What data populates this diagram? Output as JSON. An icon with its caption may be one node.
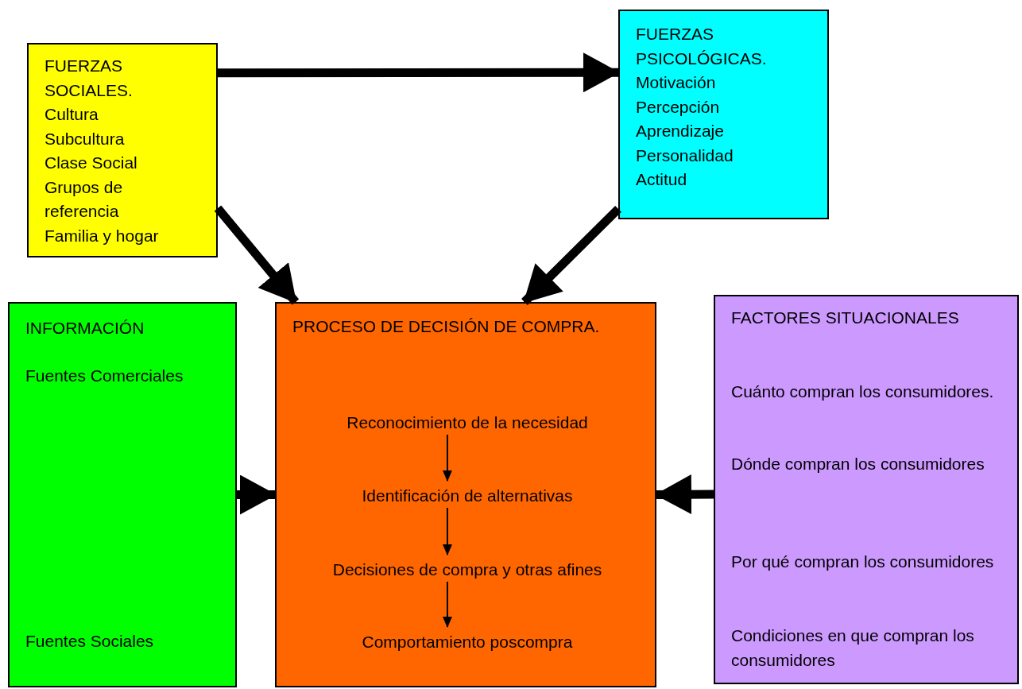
{
  "diagram": {
    "nodes": [
      {
        "text": [
          "FUERZAS SOCIALES.",
          "Cultura",
          "Subcultura",
          "Clase Social",
          "Grupos de referencia",
          "Familia y hogar"
        ]
      },
      {
        "text": [
          "FUERZAS PSICOLÓGICAS.",
          "Motivación",
          "Percepción",
          "Aprendizaje",
          "Personalidad",
          "Actitud"
        ]
      },
      {
        "text": [
          "INFORMACIÓN",
          "Fuentes Comerciales",
          "Fuentes Sociales"
        ]
      },
      {
        "text": [
          "PROCESO DE DECISIÓN DE COMPRA."
        ]
      },
      {
        "text": [
          "Reconocimiento de la necesidad"
        ],
        "in": 3
      },
      {
        "text": [
          "Identificación de alternativas"
        ],
        "in": 3
      },
      {
        "text": [
          "Decisiones de compra y otras afines"
        ],
        "in": 3
      },
      {
        "text": [
          "Comportamiento poscompra"
        ],
        "in": 3
      },
      {
        "text": [
          "FACTORES SITUACIONALES",
          "Cuánto compran los consumidores.",
          "Dónde compran los consumidores",
          "Por qué compran los consumidores",
          "Condiciones en que compran los consumidores"
        ]
      }
    ],
    "edges": [
      {
        "from": 0,
        "to": 1,
        "arrow": "to"
      },
      {
        "from": 0,
        "to": 3,
        "arrow": "to"
      },
      {
        "from": 1,
        "to": 3,
        "arrow": "to"
      },
      {
        "from": 2,
        "to": 3,
        "arrow": "to"
      },
      {
        "from": 8,
        "to": 3,
        "arrow": "to"
      },
      {
        "from": 4,
        "to": 5,
        "arrow": "to"
      },
      {
        "from": 5,
        "to": 6,
        "arrow": "to"
      },
      {
        "from": 6,
        "to": 7,
        "arrow": "to"
      }
    ]
  }
}
